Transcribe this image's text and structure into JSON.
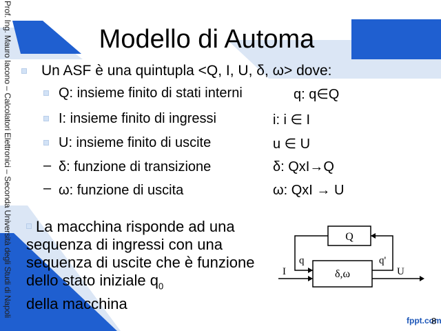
{
  "side_text": "Prof. Ing. Mauro Iacono – Calcolatori Elettronici – Seconda Università degli Studi di Napoli",
  "title": "Modello di Automa",
  "intro": "Un ASF è una quintupla <Q, I, U, δ, ω> dove:",
  "items": [
    {
      "desc": "Q: insieme finito di stati interni",
      "formula": "q: q∈Q",
      "marker": "square"
    },
    {
      "desc": "I: insieme finito di ingressi",
      "formula": "i: i ∈ I",
      "marker": "square"
    },
    {
      "desc": "U: insieme finito di uscite",
      "formula": "u ∈ U",
      "marker": "square"
    },
    {
      "desc": "δ: funzione di transizione",
      "formula": "δ: QxI→Q",
      "marker": "dash"
    },
    {
      "desc": "ω: funzione di uscita",
      "formula": "ω: QxI → U",
      "marker": "dash"
    }
  ],
  "main_text": {
    "text": "La macchina risponde ad una sequenza di ingressi con una sequenza di uscite che è funzione dello stato iniziale q",
    "subscript": "0",
    "tail": "della macchina"
  },
  "diagram": {
    "state_box": "Q",
    "function_box": "δ,ω",
    "input_label": "I",
    "output_label": "U",
    "q_label": "q",
    "q_prime_label": "q'"
  },
  "footer": {
    "logo": "fppt.com",
    "page": "8"
  },
  "colors": {
    "deco_blue": "#1f5fd0",
    "deco_light": "#dbe6f5",
    "logo_blue": "#1c56b8"
  }
}
